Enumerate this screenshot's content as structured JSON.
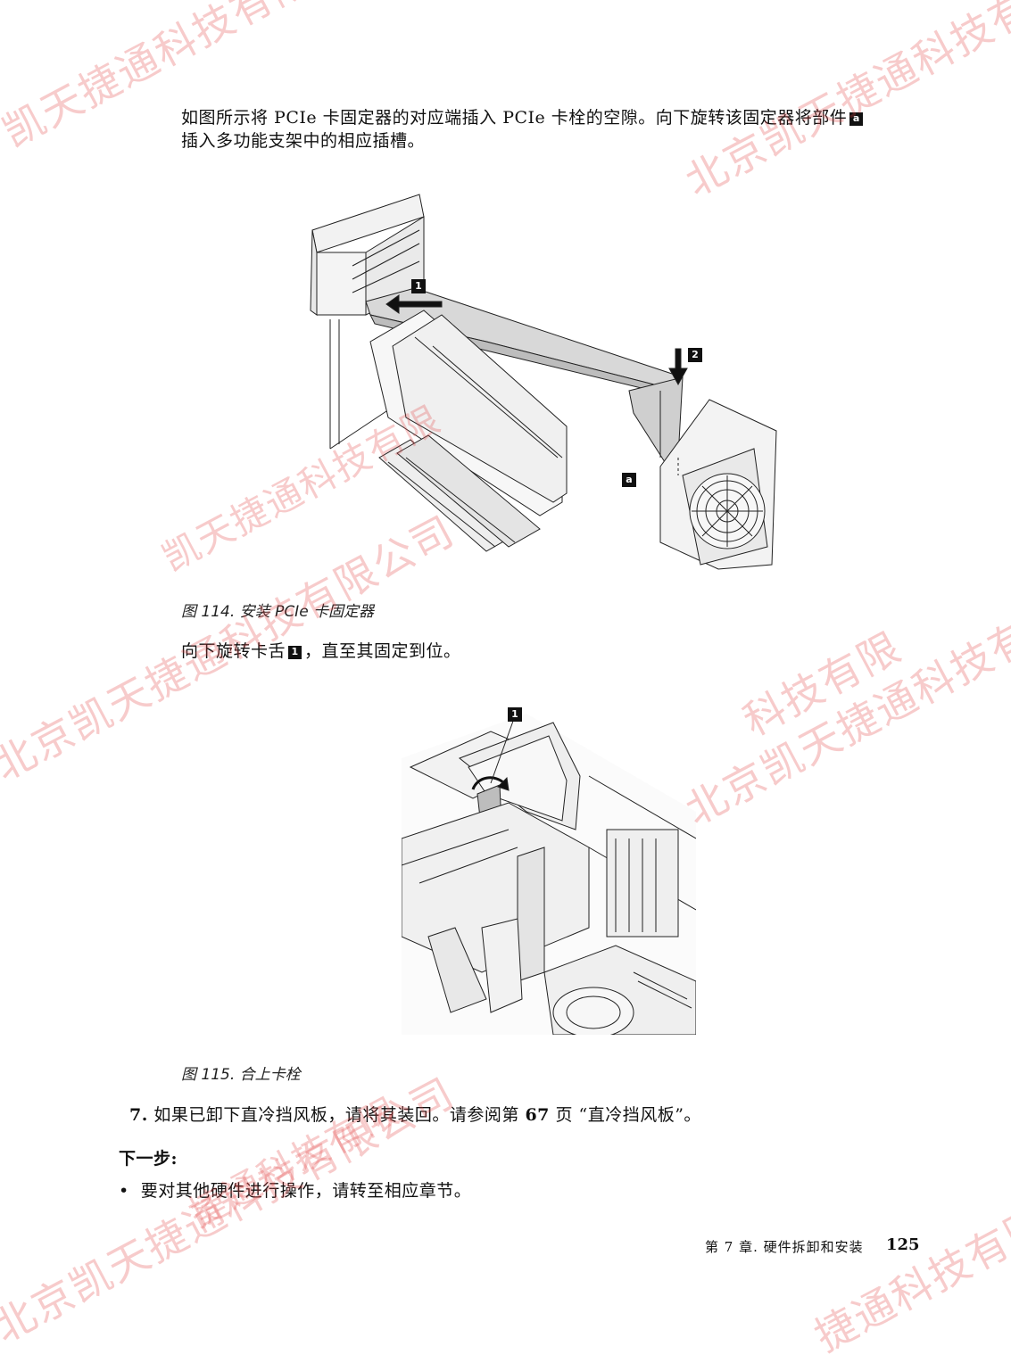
{
  "intro": {
    "text_before_badge": "如图所示将 PCIe 卡固定器的对应端插入 PCIe 卡栓的空隙。向下旋转该固定器将部件",
    "badge": "a",
    "text_after_badge": "插入多功能支架中的相应插槽。"
  },
  "figure114": {
    "labels": [
      "1",
      "2",
      "a"
    ],
    "caption": "图 114. 安装 PCIe 卡固定器"
  },
  "rotate_step": {
    "text_before_badge": "向下旋转卡舌",
    "badge": "1",
    "text_after_badge": "，直至其固定到位。"
  },
  "figure115": {
    "label": "1",
    "caption": "图 115. 合上卡栓"
  },
  "step7": {
    "number": "7.",
    "text": "如果已卸下直冷挡风板，请将其装回。请参阅第",
    "page": "67",
    "text_after": "页 “直冷挡风板”。"
  },
  "next_step": {
    "heading": "下一步:",
    "bullet": "要对其他硬件进行操作，请转至相应章节。"
  },
  "footer": {
    "chapter": "第 7 章. 硬件拆卸和安装",
    "page_number": "125"
  },
  "watermarks": [
    "凯天捷通科技有限",
    "北京凯天捷通科技有限",
    "北京凯天捷通科技有限公司",
    "凯天捷通科技有限",
    "北京凯天捷通科技有限",
    "北京凯天捷通科技有限公司",
    "捷通科技有限",
    "捷通科技有限",
    "科技有限"
  ]
}
